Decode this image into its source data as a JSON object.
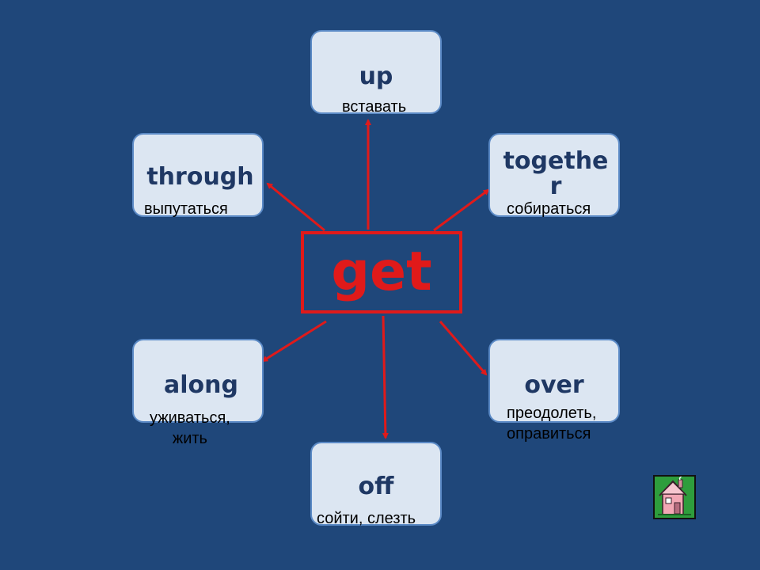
{
  "center_word": "get",
  "accent_color": "#e01a1a",
  "nodes": {
    "up": {
      "word": "up",
      "meaning": "вставать"
    },
    "through": {
      "word": "through",
      "meaning": "выпутаться"
    },
    "together": {
      "word": "togethe\nr",
      "meaning": "собираться"
    },
    "along": {
      "word": "along",
      "meaning": "уживаться,\nжить"
    },
    "over": {
      "word": "over",
      "meaning": "преодолеть,\nоправиться"
    },
    "off": {
      "word": "off",
      "meaning": "сойти, слезть"
    }
  },
  "home_button": {
    "icon": "home-icon"
  }
}
